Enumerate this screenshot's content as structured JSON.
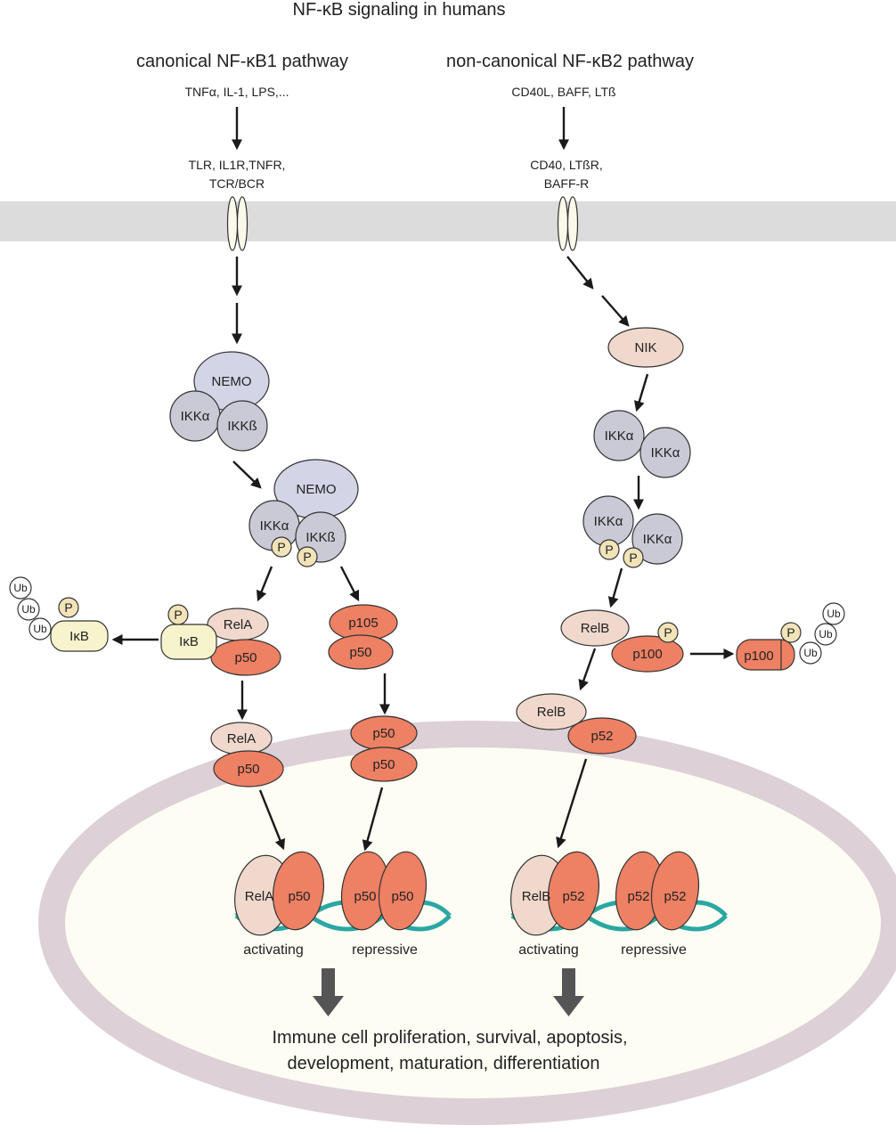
{
  "title": "NF-κB signaling in humans",
  "pathways": {
    "canonical": {
      "label": "canonical NF-κB1 pathway",
      "ligands": "TNFα, IL-1, LPS,...",
      "receptors_line1": "TLR, IL1R,TNFR,",
      "receptors_line2": "TCR/BCR"
    },
    "noncanonical": {
      "label": "non-canonical NF-κB2 pathway",
      "ligands": "CD40L, BAFF, LTß",
      "receptors_line1": "CD40, LTßR,",
      "receptors_line2": "BAFF-R"
    }
  },
  "molecules": {
    "nemo": "NEMO",
    "ikka": "IKKα",
    "ikkb": "IKKß",
    "nik": "NIK",
    "p": "P",
    "ub": "Ub",
    "ikb": "IκB",
    "rela": "RelA",
    "relb": "RelB",
    "p50": "p50",
    "p52": "p52",
    "p100": "p100",
    "p105": "p105"
  },
  "dna_labels": {
    "activating": "activating",
    "repressive": "repressive"
  },
  "outcome": {
    "line1": "Immune cell proliferation, survival, apoptosis,",
    "line2": "development, maturation, differentiation"
  },
  "colors": {
    "membrane": "#dcdcdc",
    "receptor": "#fbf9ea",
    "ikk": "#c9cad6",
    "nemo": "#d3d4e6",
    "phospho": "#f2e3b8",
    "ikb": "#f7f3cc",
    "rel": "#f0d8cc",
    "p50": "#ee8063",
    "nik": "#f0d8cc",
    "nucleus_ring": "#ddd0d6",
    "nucleus_fill": "#fdfdf4",
    "dna": "#2aa7a3",
    "big_arrow": "#555555"
  }
}
